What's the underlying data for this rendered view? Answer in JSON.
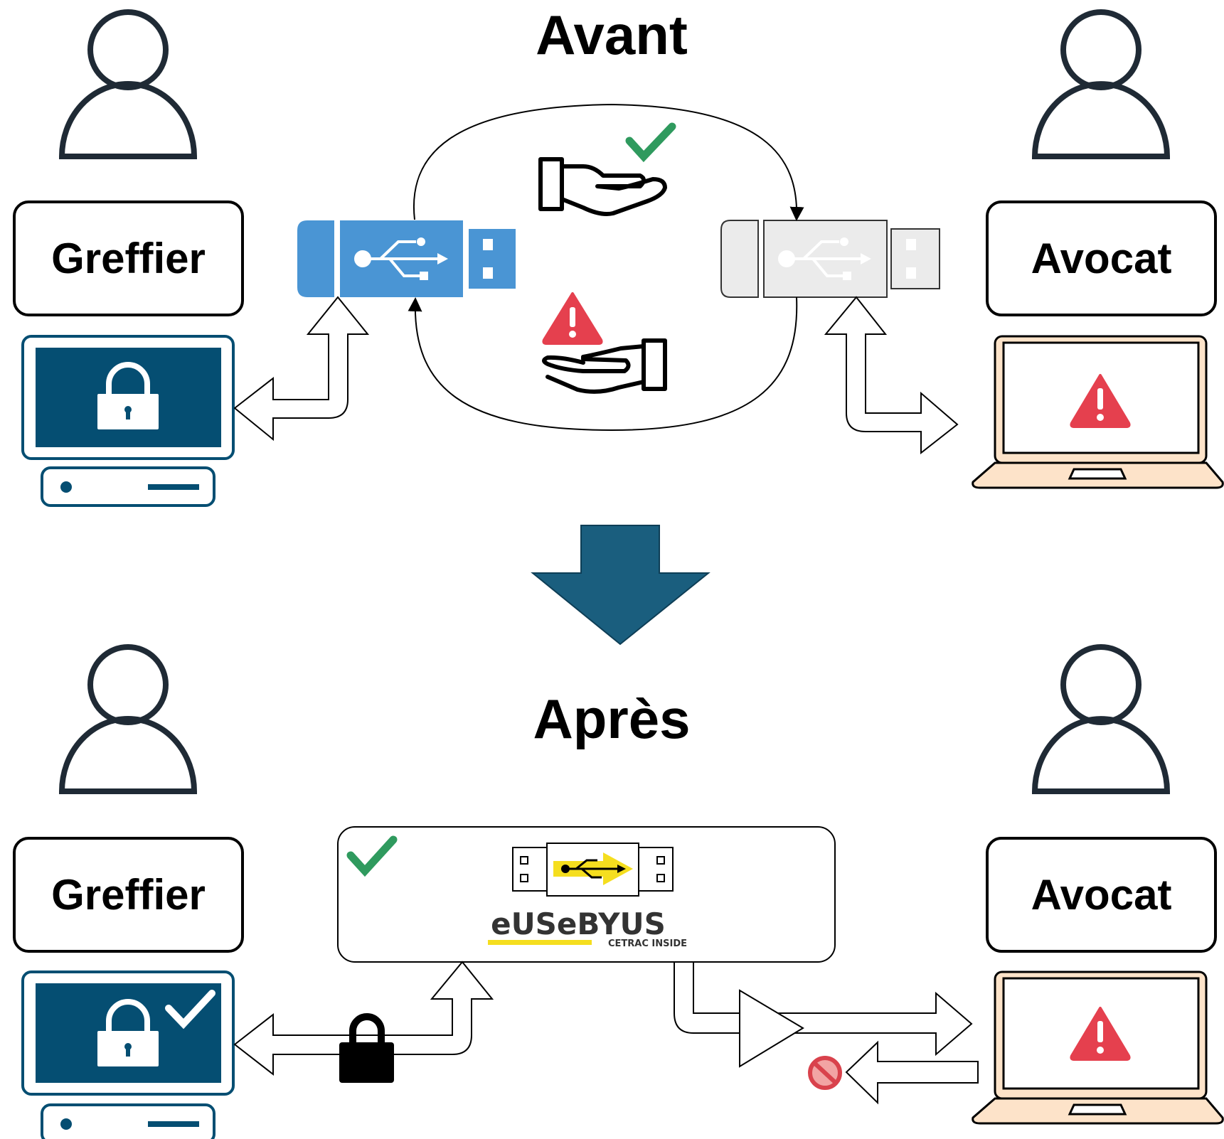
{
  "before": {
    "title": "Avant",
    "left_role": "Greffier",
    "right_role": "Avocat"
  },
  "after": {
    "title": "Après",
    "left_role": "Greffier",
    "right_role": "Avocat",
    "device": {
      "brand_name": "eUSeBYUS",
      "brand_tagline": "CETRAC INSIDE"
    }
  },
  "colors": {
    "navy": "#054E72",
    "usb_blue": "#4A95D4",
    "usb_grey": "#EBEBEB",
    "laptop_fill": "#FDE3C9",
    "warning_red": "#E5404E",
    "check_green": "#2F9A5E",
    "arrow_navy": "#1A5E7E",
    "brand_yellow": "#F5DE1F",
    "person_outline": "#1F2A35"
  },
  "icons": [
    "person-icon",
    "usb-key-icon",
    "lock-icon",
    "warning-icon",
    "check-icon",
    "hand-give-icon",
    "hand-receive-icon",
    "desktop-computer-icon",
    "laptop-icon",
    "forbidden-icon",
    "amplifier-icon"
  ]
}
